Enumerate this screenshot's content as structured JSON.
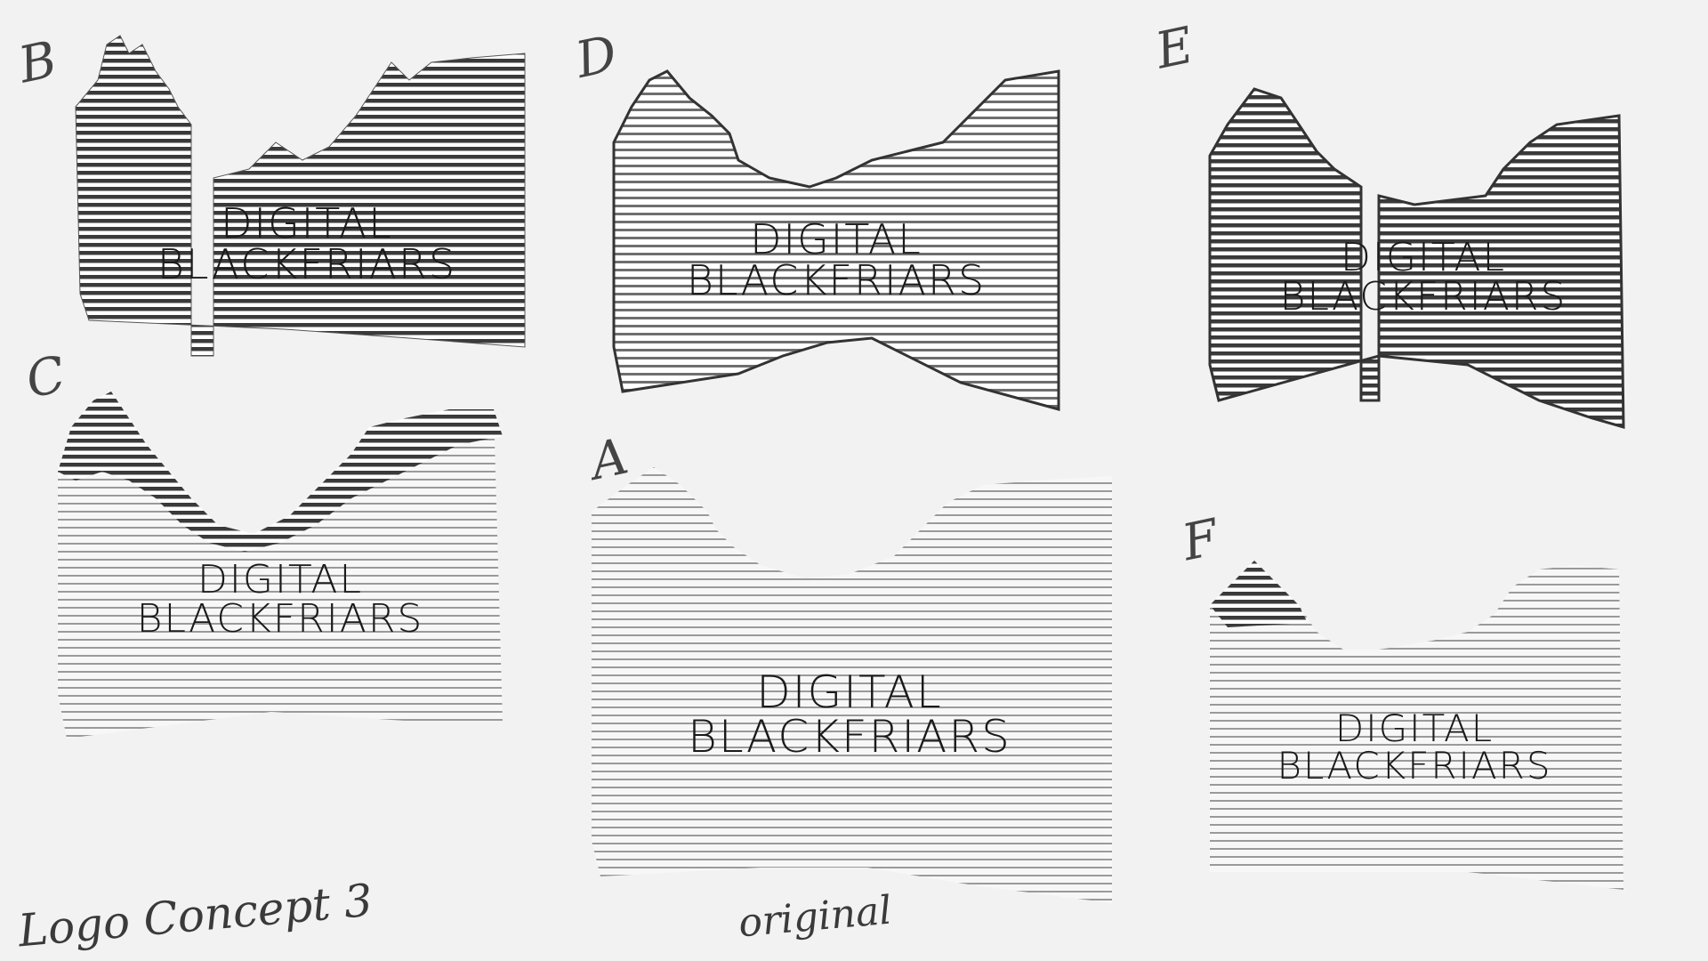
{
  "canvas": {
    "background": "#f2f2f2",
    "ink": "#1a1a1a"
  },
  "concepts": {
    "b": {
      "letter": "B",
      "line1": "DIGITAL",
      "line2": "BLACKFRIARS"
    },
    "d": {
      "letter": "D",
      "line1": "DIGITAL",
      "line2": "BLACKFRIARS"
    },
    "e": {
      "letter": "E",
      "line1": "DIGITAL",
      "line2": "BLACKFRIARS"
    },
    "c": {
      "letter": "C",
      "line1": "DIGITAL",
      "line2": "BLACKFRIARS"
    },
    "a": {
      "letter": "A",
      "line1": "DIGITAL",
      "line2": "BLACKFRIARS"
    },
    "f": {
      "letter": "F",
      "line1": "DIGITAL",
      "line2": "BLACKFRIARS"
    }
  },
  "notes": {
    "logo_concept": "Logo Concept 3",
    "original": "original"
  }
}
